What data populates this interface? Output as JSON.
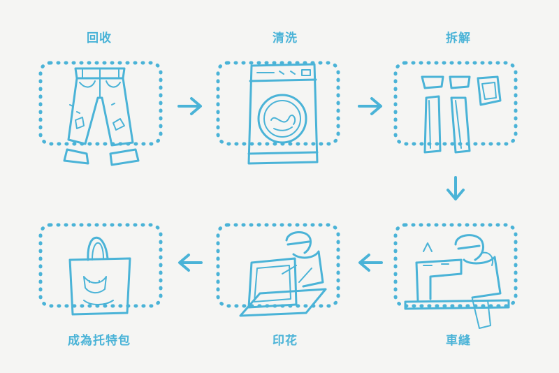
{
  "steps": [
    {
      "label": "回收",
      "icon": "jeans-icon"
    },
    {
      "label": "清洗",
      "icon": "washing-machine-icon"
    },
    {
      "label": "拆解",
      "icon": "disassembled-jeans-icon"
    },
    {
      "label": "車縫",
      "icon": "sewing-machine-icon"
    },
    {
      "label": "印花",
      "icon": "screen-printing-icon"
    },
    {
      "label": "成為托特包",
      "icon": "tote-bag-icon"
    }
  ],
  "colors": {
    "accent": "#4ab3d7",
    "background": "#f5f5f3"
  }
}
